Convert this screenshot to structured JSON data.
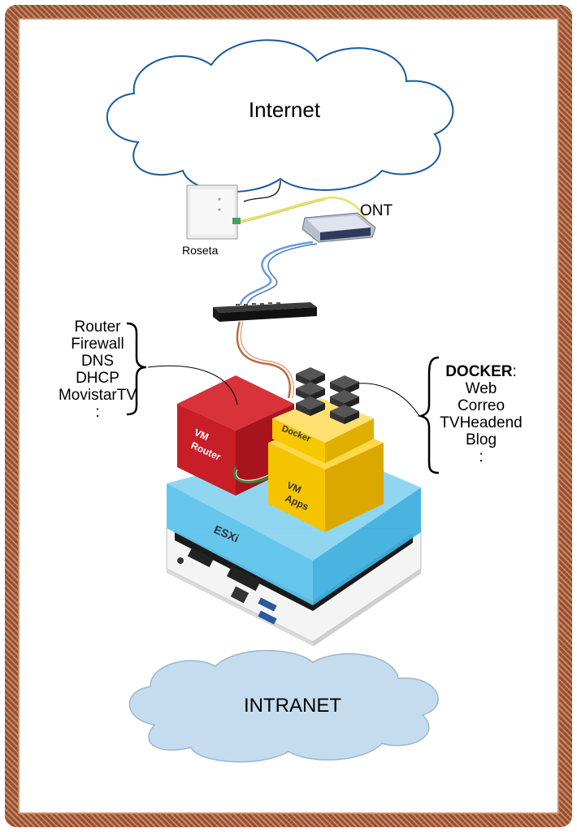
{
  "labels": {
    "internet": "Internet",
    "intranet": "INTRANET",
    "ont": "ONT",
    "roseta": "Roseta",
    "vm_router_1": "VM",
    "vm_router_2": "Router",
    "docker_box": "Docker",
    "vm_apps_1": "VM",
    "vm_apps_2": "Apps",
    "esxi": "ESXi"
  },
  "router_functions": [
    "Router",
    "Firewall",
    "DNS",
    "DHCP",
    "MovistarTV",
    ":"
  ],
  "docker_list": {
    "title": "DOCKER",
    "title_suffix": ":",
    "items": [
      "Web",
      "Correo",
      "TVHeadend",
      "Blog",
      ":"
    ]
  },
  "colors": {
    "frame": "#a0522d",
    "cloud_fill_intranet": "#c5dcef",
    "vm_router": "#c81e28",
    "vm_apps": "#f5c400",
    "esxi": "#5ec3ea",
    "cable_blue": "#6a9ad8",
    "cable_copper": "#b5703f",
    "cable_yellow": "#e8e060"
  }
}
